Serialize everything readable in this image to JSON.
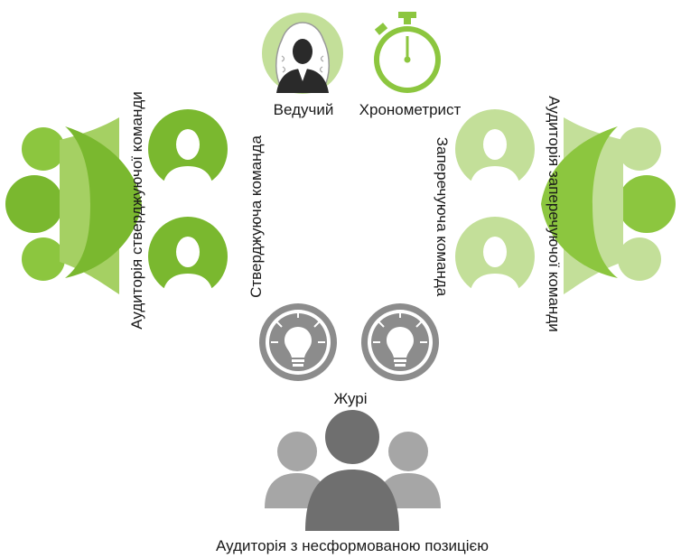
{
  "labels": {
    "moderator": "Ведучий",
    "timekeeper": "Хронометрист",
    "affirmative_team": "Стверджуюча команда",
    "negative_team": "Заперечуюча команда",
    "affirmative_audience": "Аудиторія стверджуючої команди",
    "negative_audience": "Аудиторія заперечуючої команди",
    "jury": "Журі",
    "neutral_audience": "Аудиторія з несформованою позицією"
  },
  "icons": {
    "moderator": "judge-wig-icon",
    "timekeeper": "stopwatch-icon",
    "team_member": "person-silhouette-icon",
    "jury": "lightbulb-icon",
    "audience": "group-icon"
  },
  "colors": {
    "green_dark": "#7ab82f",
    "green_mid": "#8cc63f",
    "green_light": "#c3df99",
    "green_pale": "#d3e7b5",
    "grey_dark": "#6f6f6f",
    "grey_mid": "#8c8c8c",
    "grey_light": "#a6a6a6"
  }
}
